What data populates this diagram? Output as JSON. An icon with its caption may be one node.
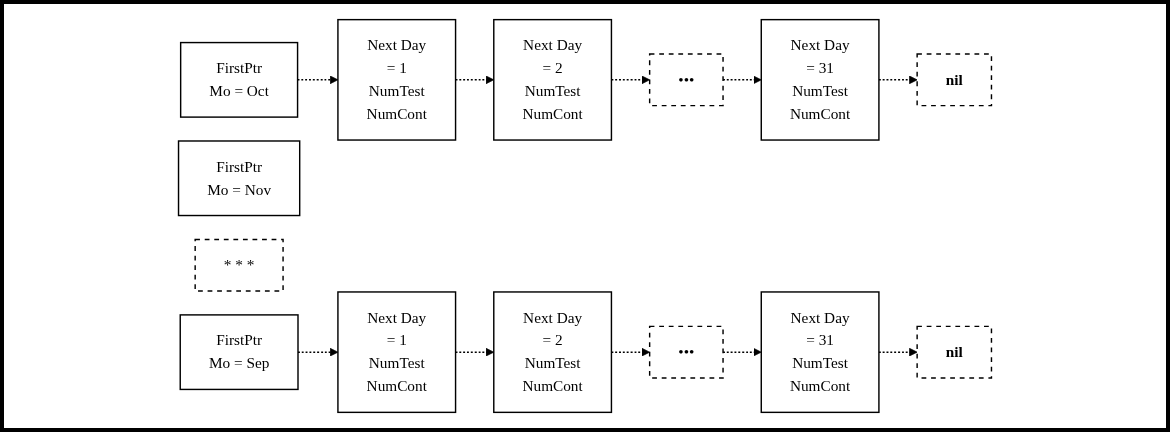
{
  "diagram": {
    "nodes": [
      {
        "text": [
          "FirstPtr Mo = Oct"
        ]
      },
      {
        "text": [
          "FirstPtr Mo = Nov"
        ]
      },
      {
        "text": [
          "* * *"
        ]
      },
      {
        "text": [
          "FirstPtr Mo = Sep"
        ]
      },
      {
        "text": [
          "Next Day = 1 NumTest NumCont"
        ]
      },
      {
        "text": [
          "Next Day = 2 NumTest NumCont"
        ]
      },
      {
        "text": [
          "•••"
        ]
      },
      {
        "text": [
          "Next Day = 31 NumTest NumCont"
        ]
      },
      {
        "text": [
          "nil"
        ]
      },
      {
        "text": [
          "Next Day = 1 NumTest NumCont"
        ]
      },
      {
        "text": [
          "Next Day = 2 NumTest NumCont"
        ]
      },
      {
        "text": [
          "•••"
        ]
      },
      {
        "text": [
          "Next Day = 31 NumTest NumCont"
        ]
      },
      {
        "text": [
          "nil"
        ]
      }
    ],
    "edges": [
      {
        "from": 0,
        "to": 4,
        "arrow": "to",
        "style": "dashed"
      },
      {
        "from": 4,
        "to": 5,
        "arrow": "to",
        "style": "dashed"
      },
      {
        "from": 5,
        "to": 6,
        "arrow": "to",
        "style": "dashed"
      },
      {
        "from": 6,
        "to": 7,
        "arrow": "to",
        "style": "dashed"
      },
      {
        "from": 7,
        "to": 8,
        "arrow": "to",
        "style": "dashed"
      },
      {
        "from": 3,
        "to": 9,
        "arrow": "to",
        "style": "dashed"
      },
      {
        "from": 9,
        "to": 10,
        "arrow": "to",
        "style": "dashed"
      },
      {
        "from": 10,
        "to": 11,
        "arrow": "to",
        "style": "dashed"
      },
      {
        "from": 11,
        "to": 12,
        "arrow": "to",
        "style": "dashed"
      },
      {
        "from": 12,
        "to": 13,
        "arrow": "to",
        "style": "dashed"
      }
    ]
  }
}
